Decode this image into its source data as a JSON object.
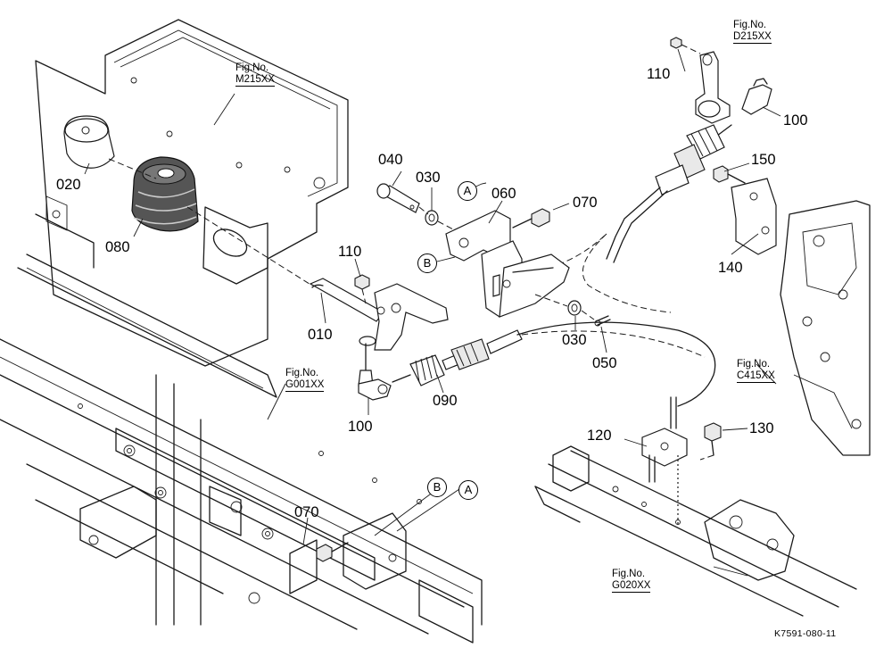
{
  "parts": [
    {
      "label": "010"
    },
    {
      "label": "020"
    },
    {
      "label": "030"
    },
    {
      "label": "030"
    },
    {
      "label": "040"
    },
    {
      "label": "050"
    },
    {
      "label": "060"
    },
    {
      "label": "070"
    },
    {
      "label": "070"
    },
    {
      "label": "080"
    },
    {
      "label": "090"
    },
    {
      "label": "100"
    },
    {
      "label": "100"
    },
    {
      "label": "110"
    },
    {
      "label": "110"
    },
    {
      "label": "120"
    },
    {
      "label": "130"
    },
    {
      "label": "140"
    },
    {
      "label": "150"
    }
  ],
  "figure_refs": [
    {
      "caption": "Fig.No.",
      "code": "M215XX"
    },
    {
      "caption": "Fig.No.",
      "code": "D215XX"
    },
    {
      "caption": "Fig.No.",
      "code": "C415XX"
    },
    {
      "caption": "Fig.No.",
      "code": "G001XX"
    },
    {
      "caption": "Fig.No.",
      "code": "G020XX"
    }
  ],
  "connectors": [
    "A",
    "B",
    "A",
    "B"
  ],
  "drawing_number": "K7591-080-11"
}
